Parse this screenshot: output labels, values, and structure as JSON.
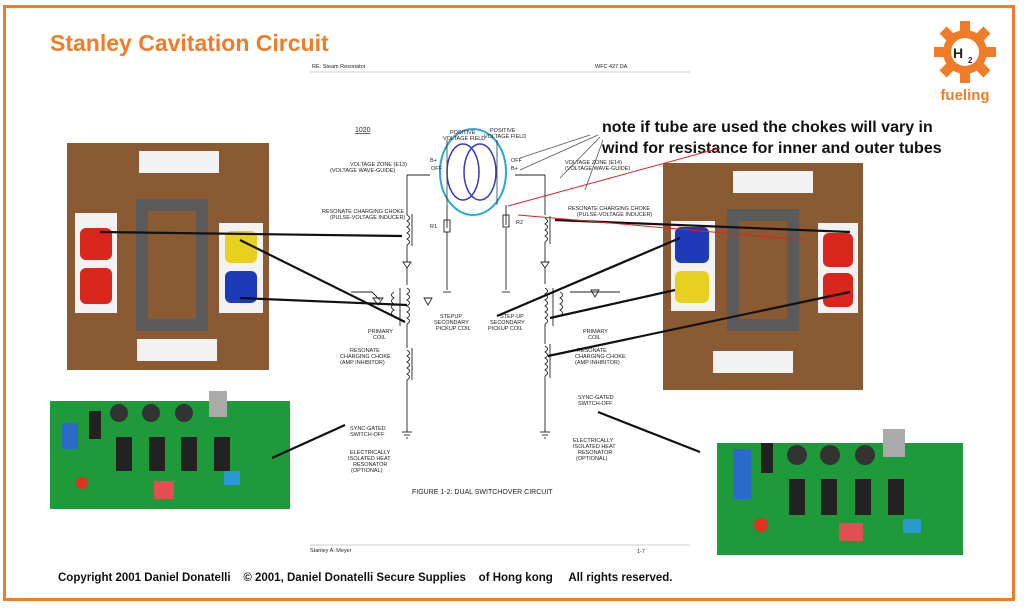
{
  "title": "Stanley Cavitation Circuit",
  "logo": {
    "symbol": "H",
    "subscript": "2",
    "word": "fueling",
    "icon": "gear-icon"
  },
  "note": "note if tube are used the  chokes will vary in wind for resistance for inner and outer tubes",
  "footer": "Copyright 2001 Daniel Donatelli    © 2001, Daniel Donatelli Secure Supplies    of Hong kong     All rights reserved.",
  "document": {
    "header_left": "RE: Steam Resonator",
    "header_right": "WFC 427 DA",
    "ref_number": "1020",
    "figure_caption": "FIGURE 1-2: DUAL SWITCHOVER CIRCUIT",
    "footer_left": "Stanley A. Meyer",
    "footer_right": "1-7",
    "labels": {
      "positive_voltage_field_left": [
        "POSITIVE",
        "VOLTAGE FIELD"
      ],
      "positive_voltage_field_right": [
        "POSITIVE",
        "VOLTAGE FIELD"
      ],
      "voltage_zone_left": [
        "VOLTAGE ZONE (E13)",
        "(VOLTAGE WAVE-GUIDE)"
      ],
      "voltage_zone_right": [
        "VOLTAGE ZONE (E14)",
        "(VOLTAGE WAVE-GUIDE)"
      ],
      "b_plus_left": "B+",
      "b_minus_left": "OFF",
      "b_plus_right": "OFF",
      "b_minus_right": "B+",
      "res_choke_left": [
        "RESONATE CHARGING CHOKE",
        "(PULSE-VOLTAGE INDUCER)"
      ],
      "res_choke_right": [
        "RESONATE CHARGING CHOKE",
        "(PULSE-VOLTAGE INDUCER)"
      ],
      "r1": "R1",
      "r2": "R2",
      "stepup_left": [
        "STEPUP",
        "SECONDARY",
        "PICKUP COIL"
      ],
      "stepup_right": [
        "STEP-UP",
        "SECONDARY",
        "PICKUP COIL"
      ],
      "primary_left": [
        "PRIMARY",
        "COIL"
      ],
      "primary_right": [
        "PRIMARY",
        "COIL"
      ],
      "amp_choke_left": [
        "RESONATE",
        "CHARGING CHOKE",
        "(AMP INHIBITOR)"
      ],
      "amp_choke_right": [
        "RESONATE",
        "CHARGING CHOKE",
        "(AMP INHIBITOR)"
      ],
      "sync_left": [
        "SYNC-GATED",
        "SWITCH-OFF"
      ],
      "sync_right": [
        "SYNC-GATED",
        "SWITCH-OFF"
      ],
      "heat_left": [
        "ELECTRICALLY",
        "ISOLATED HEAT",
        "RESONATOR",
        "(OPTIONAL)"
      ],
      "heat_right": [
        "ELECTRICALLY",
        "ISOLATED HEAT",
        "RESONATOR",
        "(OPTIONAL)"
      ]
    }
  },
  "colors": {
    "accent": "#f07c28",
    "wood": "#8a5a33",
    "pcb": "#1f9a3a",
    "annotation_circle": "#2aa7d6",
    "annotation_line_red": "#e02020"
  }
}
